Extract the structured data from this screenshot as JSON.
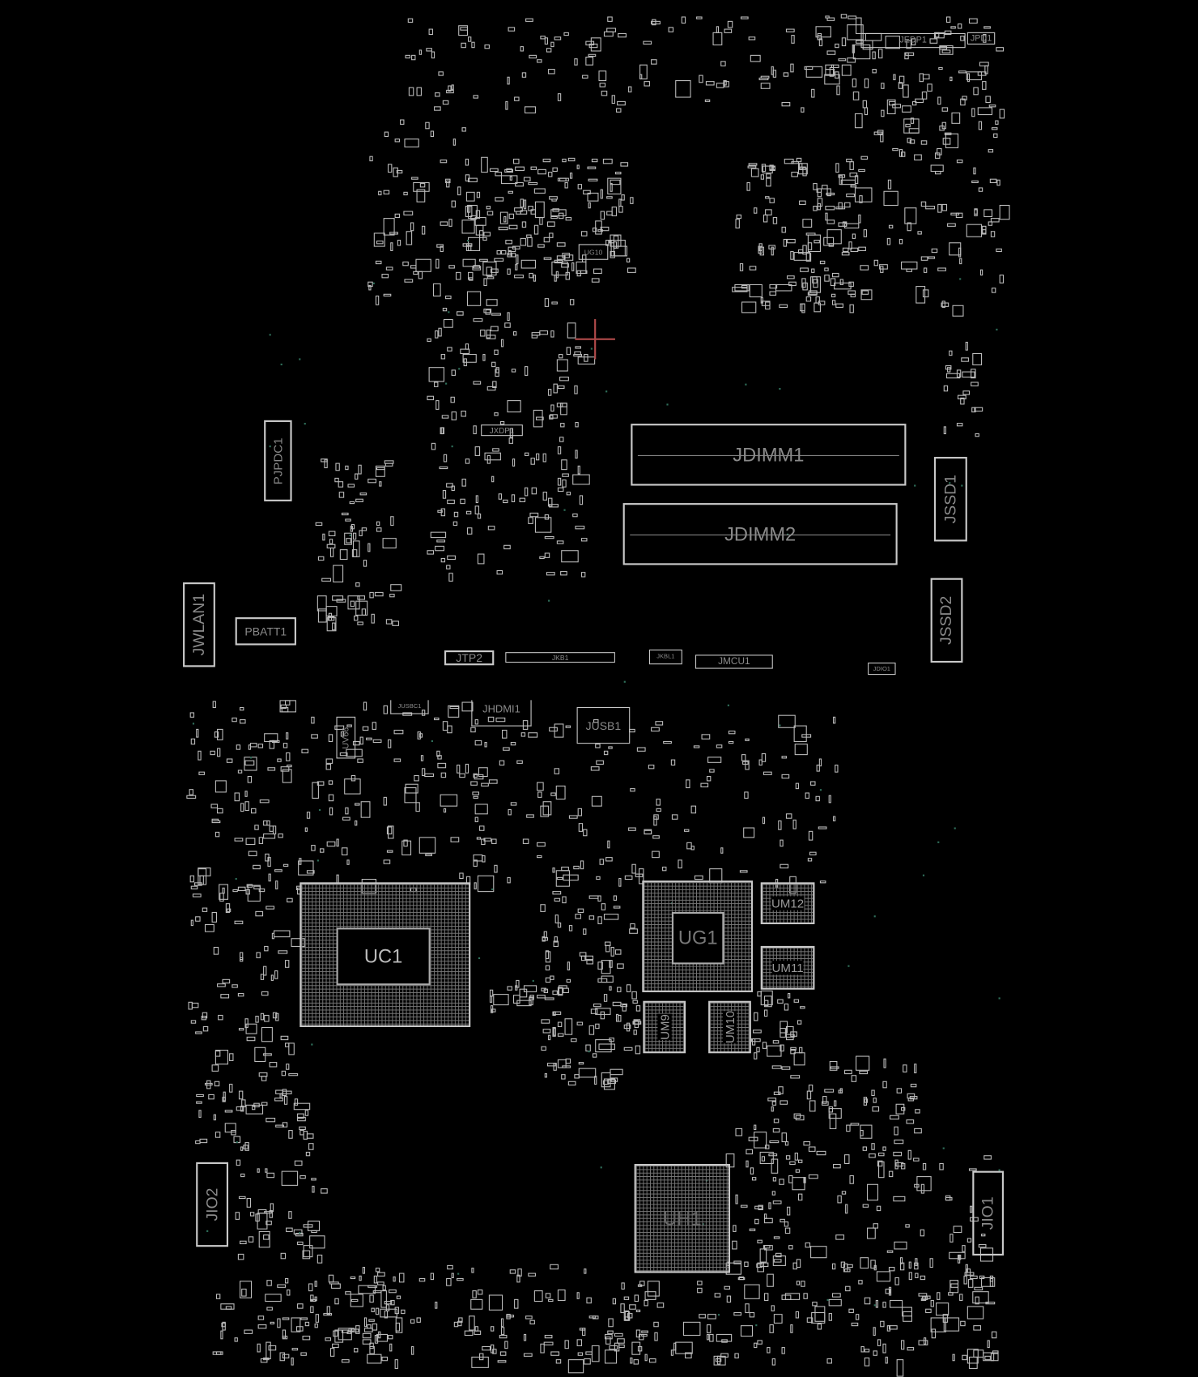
{
  "view": {
    "background": "#000000",
    "outline_color": "#c9c9c9",
    "label_color": "#8a8a8a",
    "cursor_color": "#b04a4a"
  },
  "components": {
    "jedp1": "JEDP1",
    "jpd1": "JPD1",
    "jdimm1": "JDIMM1",
    "jdimm2": "JDIMM2",
    "jssd1": "JSSD1",
    "jssd2": "JSSD2",
    "jwlan1": "JWLAN1",
    "pbatt1": "PBATT1",
    "pjpdc1": "PJPDC1",
    "jtp2": "JTP2",
    "jkb1": "JKB1",
    "jmcu1": "JMCU1",
    "jhdmi1": "JHDMI1",
    "jusb1": "JUSB1",
    "uc1": "UC1",
    "ug1": "UG1",
    "um12": "UM12",
    "um11": "UM11",
    "um9": "UM9",
    "um10": "UM10",
    "uh1": "UH1",
    "jio1": "JIO1",
    "jio2": "JIO2",
    "uv66": "UV66",
    "jxdp1": "JXDP1",
    "ug10": "UG10",
    "jkbl1": "JKBL1",
    "jusbc1": "JUSBC1",
    "jdiag1": "JDIO1"
  }
}
